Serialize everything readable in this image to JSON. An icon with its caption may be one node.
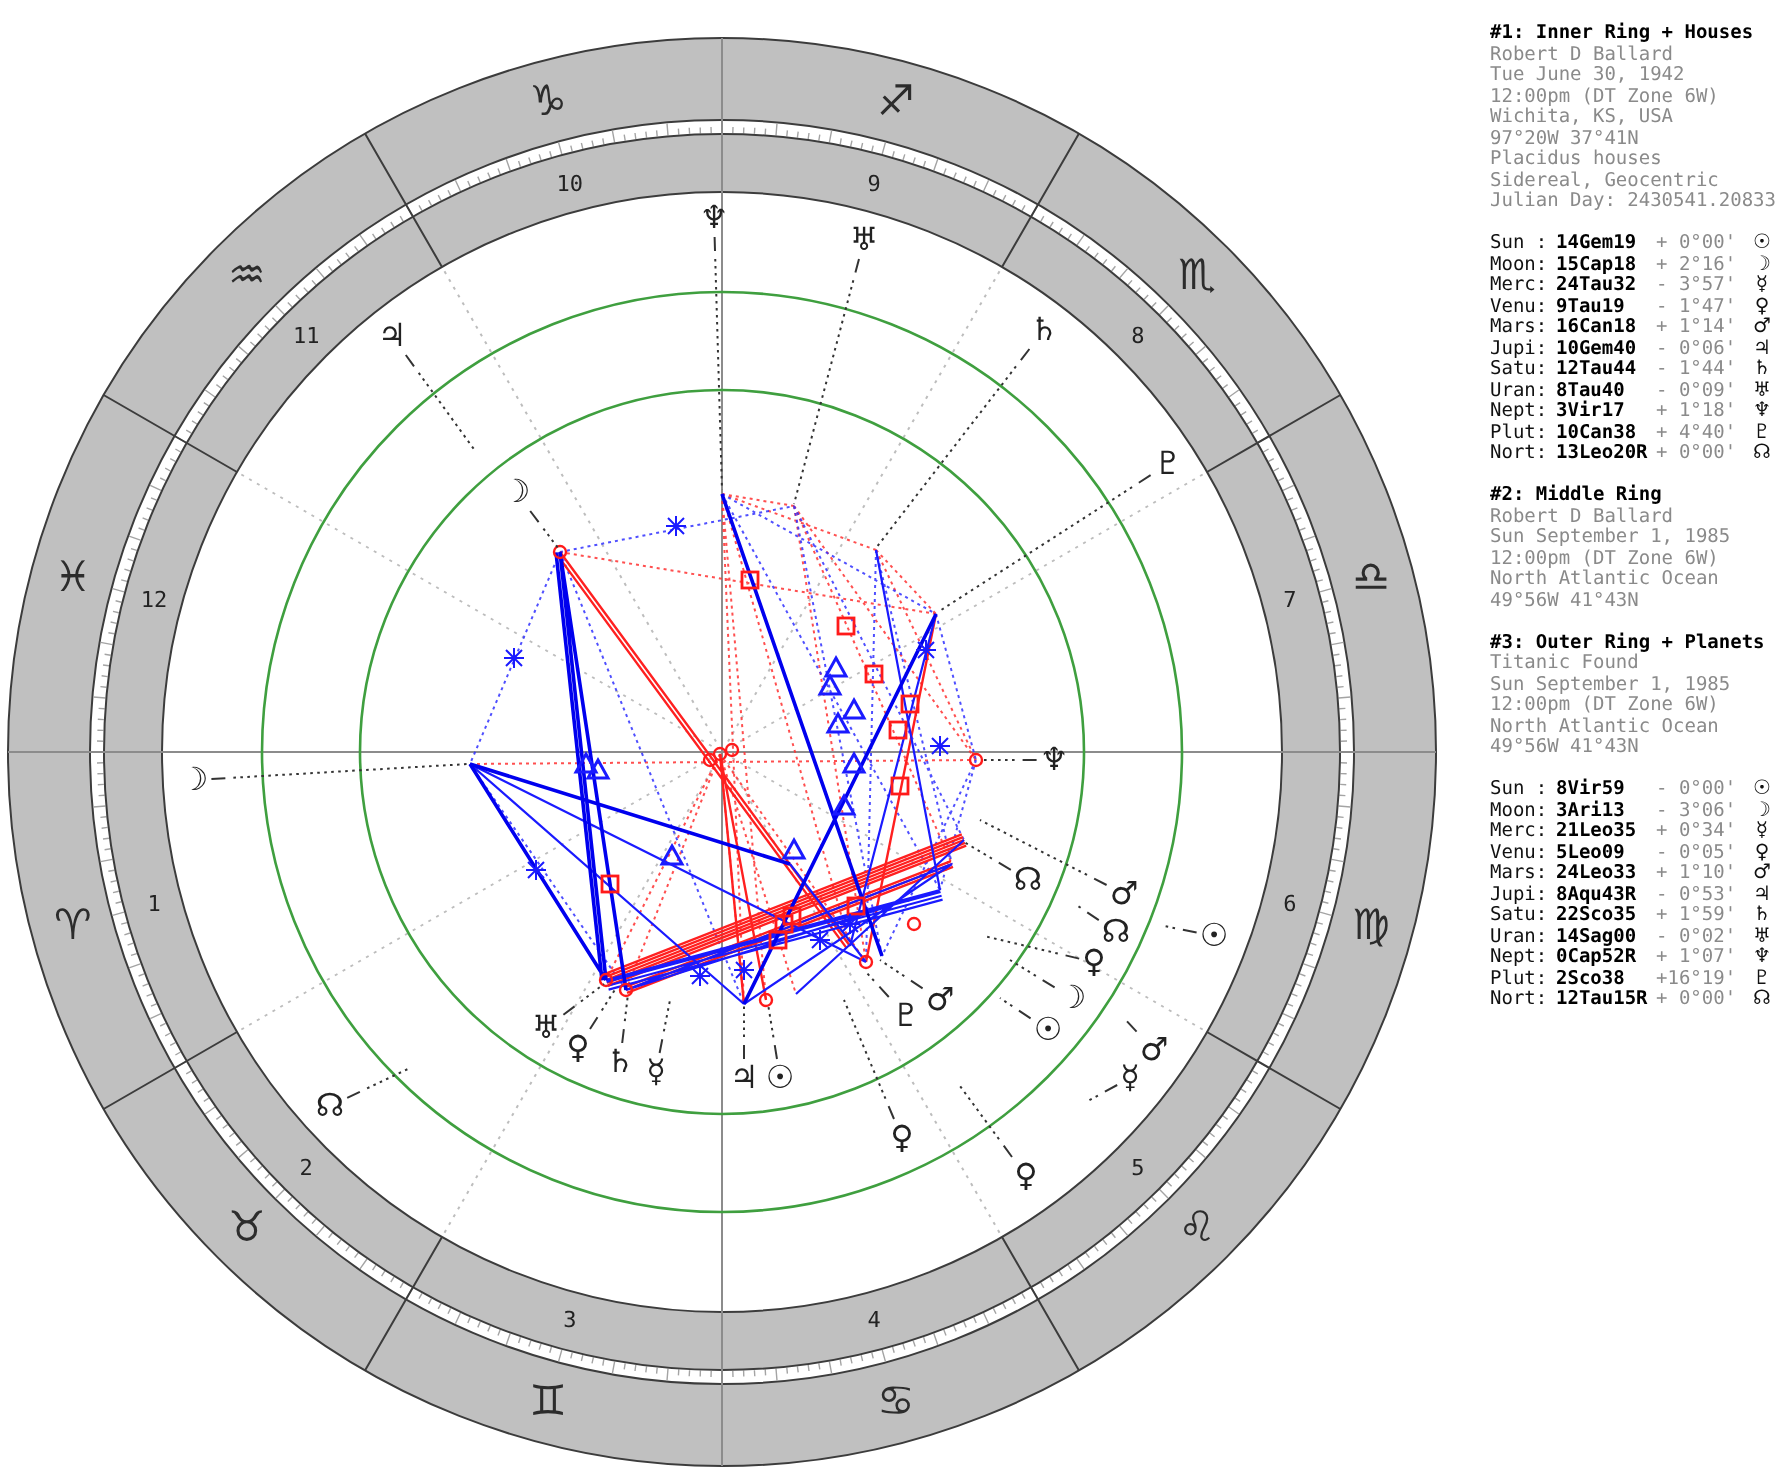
{
  "diagram": {
    "nodes": [
      {
        "text": [
          "♆"
        ]
      },
      {
        "text": [
          "♅"
        ]
      },
      {
        "text": [
          "♄"
        ]
      },
      {
        "text": [
          "♃"
        ]
      },
      {
        "text": [
          "♇"
        ]
      },
      {
        "text": [
          "☽"
        ]
      },
      {
        "text": [
          "♆"
        ]
      },
      {
        "text": [
          "☽"
        ]
      },
      {
        "text": [
          "☊"
        ]
      },
      {
        "text": [
          "♂"
        ]
      },
      {
        "text": [
          "☊"
        ]
      },
      {
        "text": [
          "☉"
        ]
      },
      {
        "text": [
          "♀"
        ]
      },
      {
        "text": [
          "☽"
        ]
      },
      {
        "text": [
          "♂"
        ]
      },
      {
        "text": [
          "♇"
        ]
      },
      {
        "text": [
          "♅"
        ]
      },
      {
        "text": [
          "☉"
        ]
      },
      {
        "text": [
          "♀"
        ]
      },
      {
        "text": [
          "♂"
        ]
      },
      {
        "text": [
          "♄"
        ]
      },
      {
        "text": [
          "☿"
        ]
      },
      {
        "text": [
          "♃"
        ]
      },
      {
        "text": [
          "☉"
        ]
      },
      {
        "text": [
          "☿"
        ]
      },
      {
        "text": [
          "☊"
        ]
      },
      {
        "text": [
          "♀"
        ]
      },
      {
        "text": [
          "♀"
        ]
      }
    ],
    "edges": [
      {
        "from": 0,
        "to": null,
        "arrow": "none"
      },
      {
        "from": 1,
        "to": null,
        "arrow": "none"
      },
      {
        "from": 2,
        "to": null,
        "arrow": "none"
      },
      {
        "from": 3,
        "to": null,
        "arrow": "none"
      },
      {
        "from": 4,
        "to": null,
        "arrow": "none"
      },
      {
        "from": 5,
        "to": null,
        "arrow": "none"
      },
      {
        "from": 6,
        "to": null,
        "arrow": "none"
      },
      {
        "from": 7,
        "to": null,
        "arrow": "none"
      },
      {
        "from": 8,
        "to": null,
        "arrow": "none"
      },
      {
        "from": 9,
        "to": null,
        "arrow": "none"
      },
      {
        "from": 10,
        "to": null,
        "arrow": "none"
      },
      {
        "from": 11,
        "to": null,
        "arrow": "none"
      },
      {
        "from": 12,
        "to": null,
        "arrow": "none"
      },
      {
        "from": 13,
        "to": null,
        "arrow": "none"
      },
      {
        "from": 14,
        "to": null,
        "arrow": "none"
      },
      {
        "from": 15,
        "to": null,
        "arrow": "none"
      },
      {
        "from": 16,
        "to": null,
        "arrow": "none"
      },
      {
        "from": 17,
        "to": null,
        "arrow": "none"
      },
      {
        "from": 18,
        "to": null,
        "arrow": "none"
      },
      {
        "from": 19,
        "to": null,
        "arrow": "none"
      },
      {
        "from": 20,
        "to": null,
        "arrow": "none"
      },
      {
        "from": 21,
        "to": null,
        "arrow": "none"
      },
      {
        "from": 22,
        "to": null,
        "arrow": "none"
      },
      {
        "from": 23,
        "to": null,
        "arrow": "none"
      },
      {
        "from": 24,
        "to": null,
        "arrow": "none"
      },
      {
        "from": 25,
        "to": null,
        "arrow": "none"
      },
      {
        "from": 26,
        "to": null,
        "arrow": "none"
      },
      {
        "from": 27,
        "to": null,
        "arrow": "none"
      }
    ],
    "labels": [
      "♑",
      "♐",
      "10",
      "9",
      "♒",
      "♏",
      "11",
      "8",
      "♓",
      "♎",
      "12",
      "7",
      "1",
      "6",
      "♈",
      "♍",
      "2",
      "5",
      "♉",
      "♌",
      "3",
      "4",
      "♊",
      "♋",
      "#1: Inner Ring + Houses",
      "Robert D Ballard",
      "Tue June 30, 1942",
      "12:00pm (DT Zone 6W)",
      "Wichita, KS, USA",
      "97°20W 37°41N",
      "Placidus houses",
      "Sidereal, Geocentric",
      "Julian Day: 2430541.20833",
      "Sun :",
      "14Gem19",
      "+ 0°00'",
      "☉",
      "Moon:",
      "15Cap18",
      "+ 2°16'",
      "☽",
      "Merc:",
      "24Tau32",
      "- 3°57'",
      "☿",
      "Venu:",
      "9Tau19",
      "- 1°47'",
      "♀",
      "Mars:",
      "16Can18",
      "+ 1°14'",
      "♂",
      "Jupi:",
      "10Gem40",
      "- 0°06'",
      "♃",
      "Satu:",
      "12Tau44",
      "- 1°44'",
      "♄",
      "Uran:",
      "8Tau40",
      "- 0°09'",
      "♅",
      "Nept:",
      "3Vir17",
      "+ 1°18'",
      "♆",
      "Plut:",
      "10Can38",
      "+ 4°40'",
      "♇",
      "Nort:",
      "13Leo20R",
      "+ 0°00'",
      "☊",
      "#2: Middle Ring",
      "Robert D Ballard",
      "Sun September 1, 1985",
      "12:00pm (DT Zone 6W)",
      "North Atlantic Ocean",
      "49°56W 41°43N",
      "#3: Outer Ring + Planets",
      "Titanic Found",
      "Sun September 1, 1985",
      "12:00pm (DT Zone 6W)",
      "North Atlantic Ocean",
      "49°56W 41°43N",
      "Sun :",
      "8Vir59",
      "- 0°00'",
      "☉",
      "Moon:",
      "3Ari13",
      "- 3°06'",
      "☽",
      "Merc:",
      "21Leo35",
      "+ 0°34'",
      "☿",
      "Venu:",
      "5Leo09",
      "- 0°05'",
      "♀",
      "Mars:",
      "24Leo33",
      "+ 1°10'",
      "♂",
      "Jupi:",
      "8Aqu43R",
      "- 0°53'",
      "♃",
      "Satu:",
      "22Sco35",
      "+ 1°59'",
      "♄",
      "Uran:",
      "14Sag00",
      "- 0°02'",
      "♅",
      "Nept:",
      "0Cap52R",
      "+ 1°07'",
      "♆",
      "Plut:",
      "2Sco38",
      "+16°19'",
      "♇",
      "Nort:",
      "12Tau15R",
      "+ 0°00'",
      "☊"
    ]
  }
}
